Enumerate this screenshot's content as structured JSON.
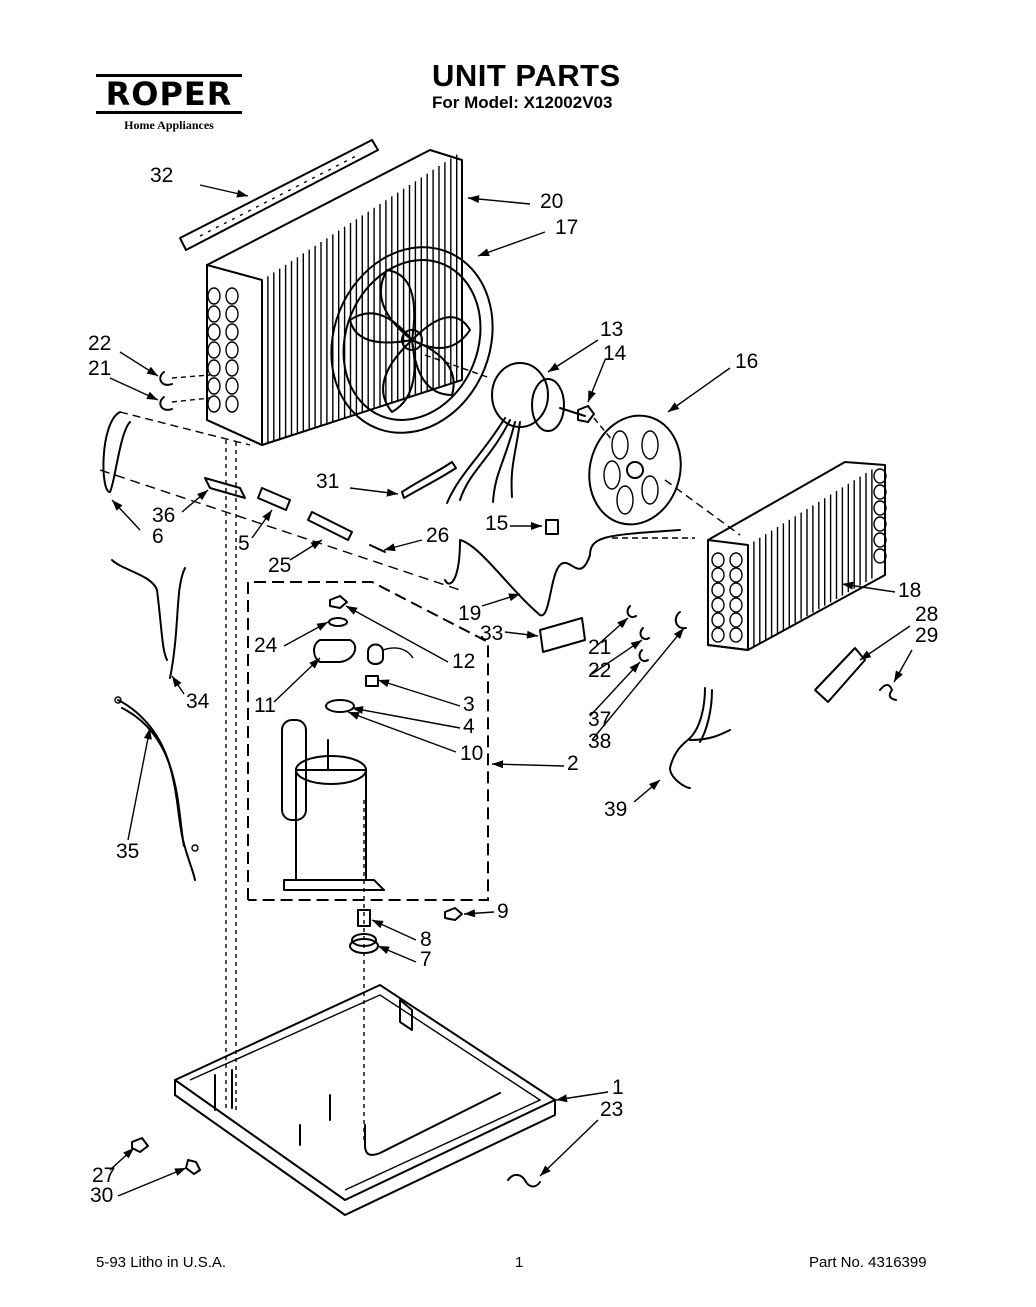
{
  "header": {
    "brand_logo": "ROPER",
    "brand_tagline": "Home Appliances",
    "title": "UNIT PARTS",
    "subtitle": "For Model: X12002V03"
  },
  "footer": {
    "print_info": "5-93 Litho in U.S.A.",
    "page_number": "1",
    "part_number": "Part No. 4316399"
  },
  "callouts": [
    {
      "id": "c1",
      "text": "1"
    },
    {
      "id": "c2",
      "text": "2"
    },
    {
      "id": "c3",
      "text": "3"
    },
    {
      "id": "c4",
      "text": "4"
    },
    {
      "id": "c5",
      "text": "5"
    },
    {
      "id": "c6",
      "text": "6"
    },
    {
      "id": "c7",
      "text": "7"
    },
    {
      "id": "c8",
      "text": "8"
    },
    {
      "id": "c9",
      "text": "9"
    },
    {
      "id": "c10",
      "text": "10"
    },
    {
      "id": "c11",
      "text": "11"
    },
    {
      "id": "c12",
      "text": "12"
    },
    {
      "id": "c13",
      "text": "13"
    },
    {
      "id": "c14",
      "text": "14"
    },
    {
      "id": "c15",
      "text": "15"
    },
    {
      "id": "c16",
      "text": "16"
    },
    {
      "id": "c17",
      "text": "17"
    },
    {
      "id": "c18",
      "text": "18"
    },
    {
      "id": "c19",
      "text": "19"
    },
    {
      "id": "c20",
      "text": "20"
    },
    {
      "id": "c21a",
      "text": "21"
    },
    {
      "id": "c21b",
      "text": "21"
    },
    {
      "id": "c22a",
      "text": "22"
    },
    {
      "id": "c22b",
      "text": "22"
    },
    {
      "id": "c23",
      "text": "23"
    },
    {
      "id": "c24",
      "text": "24"
    },
    {
      "id": "c25",
      "text": "25"
    },
    {
      "id": "c26",
      "text": "26"
    },
    {
      "id": "c27",
      "text": "27"
    },
    {
      "id": "c28",
      "text": "28"
    },
    {
      "id": "c29",
      "text": "29"
    },
    {
      "id": "c30",
      "text": "30"
    },
    {
      "id": "c31",
      "text": "31"
    },
    {
      "id": "c32",
      "text": "32"
    },
    {
      "id": "c33",
      "text": "33"
    },
    {
      "id": "c34",
      "text": "34"
    },
    {
      "id": "c35",
      "text": "35"
    },
    {
      "id": "c36",
      "text": "36"
    },
    {
      "id": "c37",
      "text": "37"
    },
    {
      "id": "c38",
      "text": "38"
    },
    {
      "id": "c39",
      "text": "39"
    }
  ]
}
